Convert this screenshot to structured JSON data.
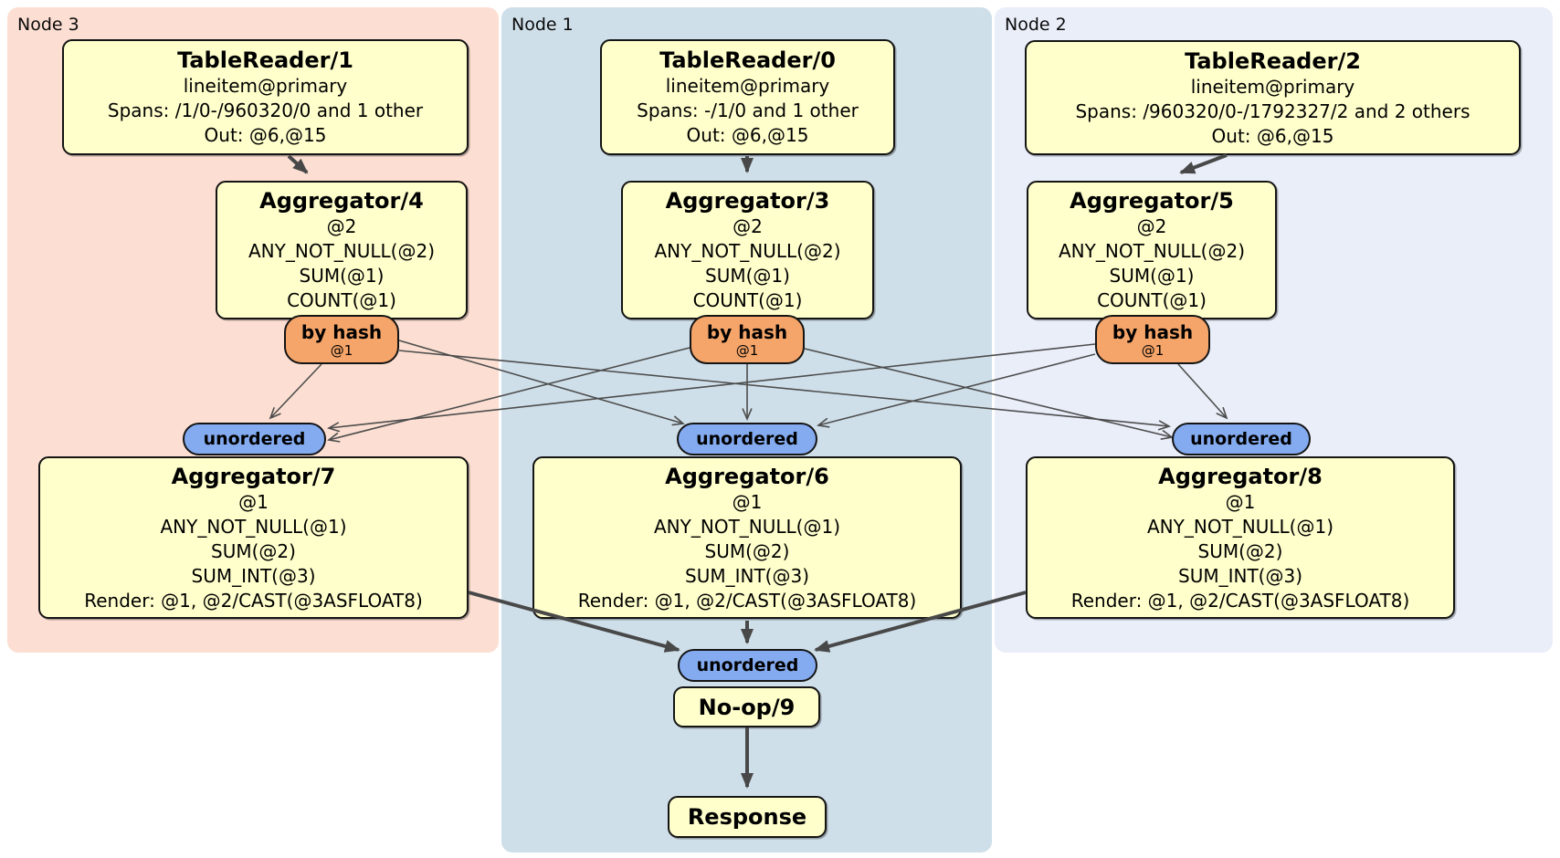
{
  "diagram_type": "distributed-sql-plan",
  "colors": {
    "node3_bg": "#fcdfd2",
    "node1_bg": "#cfdfe9",
    "node2_bg": "#e9eef9",
    "processor_fill": "#ffffcc",
    "router_fill": "#f5a569",
    "sync_fill": "#84abf0",
    "edge": "#4d4d4d",
    "border": "#141414"
  },
  "panels": [
    {
      "id": "node3",
      "label": "Node 3"
    },
    {
      "id": "node1",
      "label": "Node 1"
    },
    {
      "id": "node2",
      "label": "Node 2"
    }
  ],
  "processors": [
    {
      "id": "tr1",
      "panel": "node3",
      "title": "TableReader/1",
      "lines": [
        "lineitem@primary",
        "Spans: /1/0-/960320/0 and 1 other",
        "Out: @6,@15"
      ]
    },
    {
      "id": "tr0",
      "panel": "node1",
      "title": "TableReader/0",
      "lines": [
        "lineitem@primary",
        "Spans: -/1/0 and 1 other",
        "Out: @6,@15"
      ]
    },
    {
      "id": "tr2",
      "panel": "node2",
      "title": "TableReader/2",
      "lines": [
        "lineitem@primary",
        "Spans: /960320/0-/1792327/2 and 2 others",
        "Out: @6,@15"
      ]
    },
    {
      "id": "agg4",
      "panel": "node3",
      "title": "Aggregator/4",
      "lines": [
        "@2",
        "ANY_NOT_NULL(@2)",
        "SUM(@1)",
        "COUNT(@1)"
      ]
    },
    {
      "id": "agg3",
      "panel": "node1",
      "title": "Aggregator/3",
      "lines": [
        "@2",
        "ANY_NOT_NULL(@2)",
        "SUM(@1)",
        "COUNT(@1)"
      ]
    },
    {
      "id": "agg5",
      "panel": "node2",
      "title": "Aggregator/5",
      "lines": [
        "@2",
        "ANY_NOT_NULL(@2)",
        "SUM(@1)",
        "COUNT(@1)"
      ]
    },
    {
      "id": "agg7",
      "panel": "node3",
      "title": "Aggregator/7",
      "lines": [
        "@1",
        "ANY_NOT_NULL(@1)",
        "SUM(@2)",
        "SUM_INT(@3)",
        "Render: @1, @2/CAST(@3ASFLOAT8)"
      ]
    },
    {
      "id": "agg6",
      "panel": "node1",
      "title": "Aggregator/6",
      "lines": [
        "@1",
        "ANY_NOT_NULL(@1)",
        "SUM(@2)",
        "SUM_INT(@3)",
        "Render: @1, @2/CAST(@3ASFLOAT8)"
      ]
    },
    {
      "id": "agg8",
      "panel": "node2",
      "title": "Aggregator/8",
      "lines": [
        "@1",
        "ANY_NOT_NULL(@1)",
        "SUM(@2)",
        "SUM_INT(@3)",
        "Render: @1, @2/CAST(@3ASFLOAT8)"
      ]
    },
    {
      "id": "noop9",
      "panel": "node1",
      "title": "No-op/9",
      "lines": []
    },
    {
      "id": "response",
      "panel": "node1",
      "title": "Response",
      "lines": []
    }
  ],
  "routers": [
    {
      "id": "hash3",
      "panel": "node3",
      "label": "by hash",
      "detail": "@1"
    },
    {
      "id": "hash1",
      "panel": "node1",
      "label": "by hash",
      "detail": "@1"
    },
    {
      "id": "hash2",
      "panel": "node2",
      "label": "by hash",
      "detail": "@1"
    }
  ],
  "syncs": [
    {
      "id": "sync3",
      "panel": "node3",
      "label": "unordered"
    },
    {
      "id": "sync1",
      "panel": "node1",
      "label": "unordered"
    },
    {
      "id": "sync2",
      "panel": "node2",
      "label": "unordered"
    },
    {
      "id": "syncFinal",
      "panel": "node1",
      "label": "unordered"
    }
  ],
  "edges": [
    {
      "from": "tr1",
      "to": "agg4",
      "kind": "thick"
    },
    {
      "from": "tr0",
      "to": "agg3",
      "kind": "thick"
    },
    {
      "from": "tr2",
      "to": "agg5",
      "kind": "thick"
    },
    {
      "from": "hash3",
      "to": "sync3",
      "kind": "thin"
    },
    {
      "from": "hash3",
      "to": "sync1",
      "kind": "thin"
    },
    {
      "from": "hash3",
      "to": "sync2",
      "kind": "thin"
    },
    {
      "from": "hash1",
      "to": "sync3",
      "kind": "thin"
    },
    {
      "from": "hash1",
      "to": "sync1",
      "kind": "thin"
    },
    {
      "from": "hash1",
      "to": "sync2",
      "kind": "thin"
    },
    {
      "from": "hash2",
      "to": "sync3",
      "kind": "thin"
    },
    {
      "from": "hash2",
      "to": "sync1",
      "kind": "thin"
    },
    {
      "from": "hash2",
      "to": "sync2",
      "kind": "thin"
    },
    {
      "from": "agg7",
      "to": "syncFinal",
      "kind": "thick"
    },
    {
      "from": "agg6",
      "to": "syncFinal",
      "kind": "thick"
    },
    {
      "from": "agg8",
      "to": "syncFinal",
      "kind": "thick"
    },
    {
      "from": "noop9",
      "to": "response",
      "kind": "thick"
    }
  ]
}
